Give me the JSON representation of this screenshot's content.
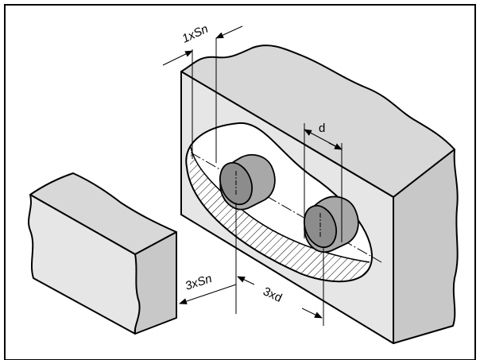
{
  "labels": {
    "clearance_side": "1xSn",
    "diameter": "d",
    "clearance_front": "3xSn",
    "spacing": "3xd"
  },
  "colors": {
    "stroke": "#000000",
    "face_light": "#e6e6e6",
    "face_top": "#d8d8d8",
    "face_side": "#c8c8c8",
    "sensor_face": "#8c8c8c",
    "sensor_side": "#a8a8a8",
    "frame": "#000000"
  }
}
